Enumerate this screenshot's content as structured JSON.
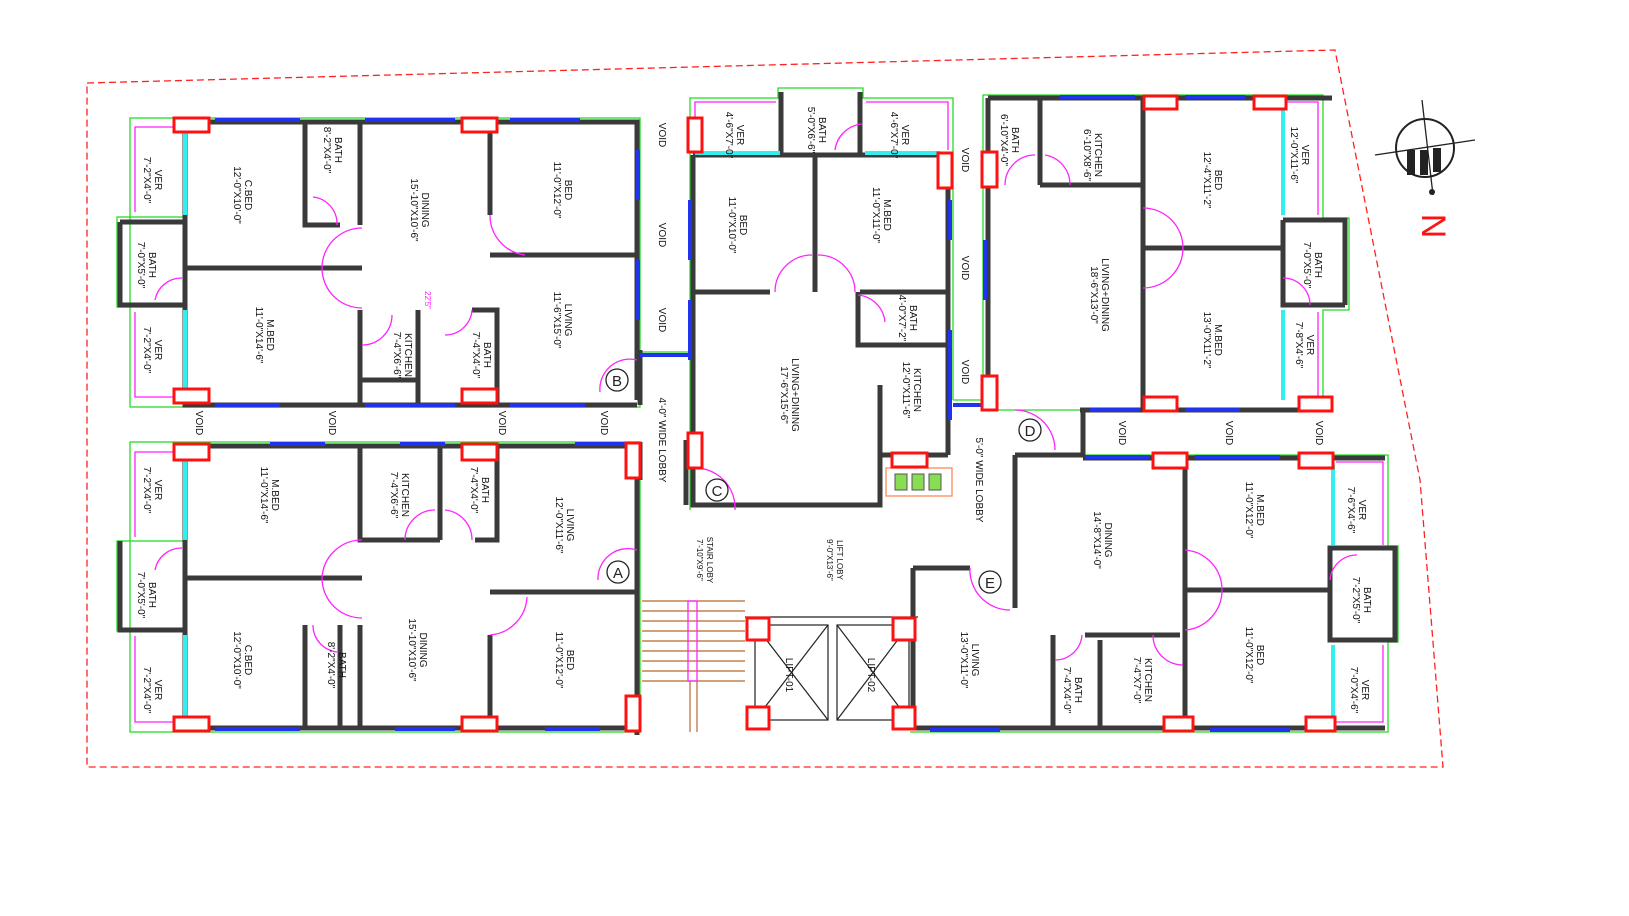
{
  "north_label": "N",
  "annotation": "22'5\"",
  "void_label": "VOID",
  "units": {
    "B": {
      "tag": "B",
      "rooms": [
        {
          "name": "VER",
          "size": "7'-2\"X4'-0\""
        },
        {
          "name": "C.BED",
          "size": "12'-0\"X10'-0\""
        },
        {
          "name": "BATH",
          "size": "8'-2\"X4'-0\""
        },
        {
          "name": "DINING",
          "size": "15'-10\"X10'-6\""
        },
        {
          "name": "BED",
          "size": "11'-0\"X12'-0\""
        },
        {
          "name": "BATH",
          "size": "7'-0\"X5'-0\""
        },
        {
          "name": "VER",
          "size": "7'-2\"X4'-0\""
        },
        {
          "name": "M.BED",
          "size": "11'-0\"X14'-6\""
        },
        {
          "name": "KITCHEN",
          "size": "7'-4\"X6'-6\""
        },
        {
          "name": "BATH",
          "size": "7'-4\"X4'-0\""
        },
        {
          "name": "LIVING",
          "size": "11'-6\"X15'-0\""
        }
      ]
    },
    "A": {
      "tag": "A",
      "rooms": [
        {
          "name": "VER",
          "size": "7'-2\"X4'-0\""
        },
        {
          "name": "M.BED",
          "size": "11'-0\"X14'-6\""
        },
        {
          "name": "KITCHEN",
          "size": "7'-4\"X6'-6\""
        },
        {
          "name": "BATH",
          "size": "7'-4\"X4'-0\""
        },
        {
          "name": "LIVING",
          "size": "12'-0\"X11'-6\""
        },
        {
          "name": "BATH",
          "size": "7'-0\"X5'-0\""
        },
        {
          "name": "VER",
          "size": "7'-2\"X4'-0\""
        },
        {
          "name": "C.BED",
          "size": "12'-0\"X10'-0\""
        },
        {
          "name": "BATH",
          "size": "8'-2\"X4'-0\""
        },
        {
          "name": "DINING",
          "size": "15'-10\"X10'-6\""
        },
        {
          "name": "BED",
          "size": "11'-0\"X12'-0\""
        }
      ]
    },
    "C": {
      "tag": "C",
      "rooms": [
        {
          "name": "VER",
          "size": "4'-6\"X7'-0\""
        },
        {
          "name": "BATH",
          "size": "5'-0\"X6'-6\""
        },
        {
          "name": "VER",
          "size": "4'-6\"X7'-0\""
        },
        {
          "name": "BED",
          "size": "11'-0\"X10'-0\""
        },
        {
          "name": "M.BED",
          "size": "11'-0\"X11'-0\""
        },
        {
          "name": "BATH",
          "size": "4'-0\"X7'-2\""
        },
        {
          "name": "LIVING+DINING",
          "size": "17'-6\"X15'-6\""
        },
        {
          "name": "KITCHEN",
          "size": "12'-0\"X11'-6\""
        }
      ]
    },
    "D": {
      "tag": "D",
      "rooms": [
        {
          "name": "BATH",
          "size": "6'-10\"X4'-0\""
        },
        {
          "name": "KITCHEN",
          "size": "6'-10\"X8'-6\""
        },
        {
          "name": "BED",
          "size": "12'-4\"X11'-2\""
        },
        {
          "name": "VER",
          "size": "12'-0\"X11'-6\""
        },
        {
          "name": "LIVING+DINING",
          "size": "18'-6\"X13'-0\""
        },
        {
          "name": "BATH",
          "size": "7'-0\"X5'-0\""
        },
        {
          "name": "M.BED",
          "size": "13'-0\"X11'-2\""
        },
        {
          "name": "VER",
          "size": "7'-8\"X4'-6\""
        }
      ]
    },
    "E": {
      "tag": "E",
      "rooms": [
        {
          "name": "DINING",
          "size": "14'-8\"X14'-0\""
        },
        {
          "name": "M.BED",
          "size": "11'-0\"X12'-0\""
        },
        {
          "name": "VER",
          "size": "7'-6\"X4'-6\""
        },
        {
          "name": "BATH",
          "size": "7'-2\"X5'-0\""
        },
        {
          "name": "LIVING",
          "size": "13'-0\"X11'-0\""
        },
        {
          "name": "BATH",
          "size": "7'-4\"X4'-0\""
        },
        {
          "name": "KITCHEN",
          "size": "7'-4\"X7'-0\""
        },
        {
          "name": "BED",
          "size": "11'-0\"X12'-0\""
        },
        {
          "name": "VER",
          "size": "7'-0\"X4'-6\""
        }
      ]
    }
  },
  "common": {
    "stair_lobby": {
      "name": "STAIR LOBY",
      "size": "7'-10\"X9'-6\""
    },
    "lift_lobby": {
      "name": "LIFT LOBY",
      "size": "9'-0\"X13'-6\""
    },
    "lift1": "LIFT-01",
    "lift2": "LIFT-02",
    "lobby_west": "4'-0\" WIDE LOBBY",
    "lobby_east": "5'-0\" WIDE LOBBY"
  },
  "colors": {
    "wall": "#3a3a3a",
    "column": "#ff1111",
    "window": "#2233ee",
    "door": "#ff22ff",
    "boundary": "#ff2222",
    "outline": "#22dd22"
  }
}
